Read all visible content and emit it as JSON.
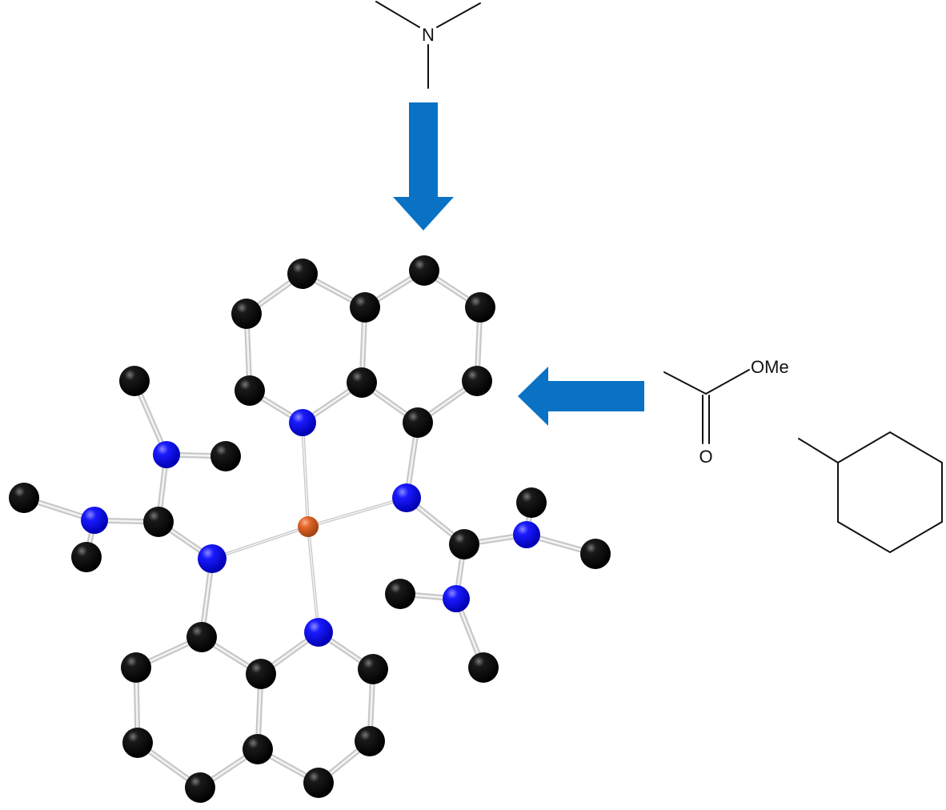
{
  "molecules": {
    "trimethylamine": {
      "n_label": "N"
    },
    "methyl_acetate": {
      "ome_label": "OMe",
      "o_label": "O"
    },
    "methylcyclohexane": {}
  },
  "colors": {
    "arrow": "#0a72c4",
    "carbon": "#111111",
    "nitrogen": "#1a1aff",
    "metal": "#e0662a",
    "bond": "#c8c8c8"
  },
  "crystal_structure": {
    "atom_types": [
      "carbon",
      "nitrogen",
      "metal"
    ]
  }
}
